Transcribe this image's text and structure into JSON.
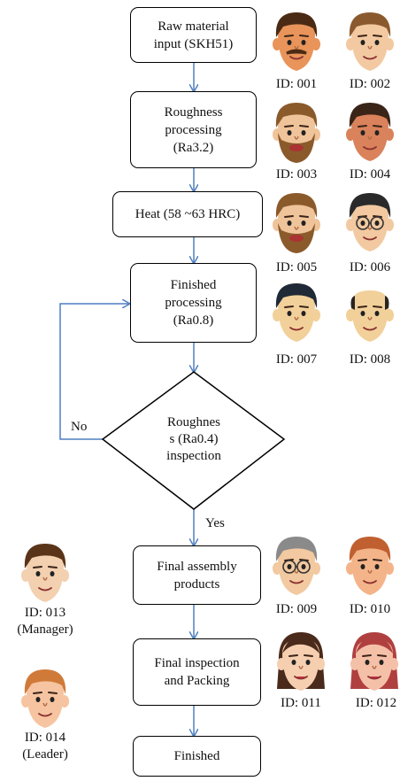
{
  "steps": {
    "raw_material": "Raw material\ninput (SKH51)",
    "roughness_processing": "Roughness\nprocessing\n(Ra3.2)",
    "heat": "Heat (58 ~63 HRC)",
    "finished_processing": "Finished\nprocessing\n(Ra0.8)",
    "inspection": "Roughnes\ns  (Ra0.4)\ninspection",
    "final_assembly": "Final assembly\nproducts",
    "final_inspection": "Final inspection\nand Packing",
    "finished": "Finished"
  },
  "branches": {
    "no": "No",
    "yes": "Yes"
  },
  "workers": [
    {
      "id": "ID: 001",
      "skin": "#e8945a",
      "hair": "#4a2a14",
      "beard": "mustache"
    },
    {
      "id": "ID: 002",
      "skin": "#f2c9a0",
      "hair": "#8a5a2e",
      "beard": "none"
    },
    {
      "id": "ID: 003",
      "skin": "#f0c49a",
      "hair": "#8b5a2b",
      "beard": "full"
    },
    {
      "id": "ID: 004",
      "skin": "#d9825b",
      "hair": "#3a2418",
      "beard": "none"
    },
    {
      "id": "ID: 005",
      "skin": "#f0c49a",
      "hair": "#8b5a2b",
      "beard": "full"
    },
    {
      "id": "ID: 006",
      "skin": "#f2c9a0",
      "hair": "#2a2a2a",
      "beard": "glasses"
    },
    {
      "id": "ID: 007",
      "skin": "#f2d09a",
      "hair": "#1f2a36",
      "beard": "none"
    },
    {
      "id": "ID: 008",
      "skin": "#f2d09a",
      "hair": "#2a2420",
      "beard": "bald"
    },
    {
      "id": "ID: 009",
      "skin": "#f2c9a0",
      "hair": "#8a8a8a",
      "beard": "glasses"
    },
    {
      "id": "ID: 010",
      "skin": "#f4b48a",
      "hair": "#c06030",
      "beard": "none"
    },
    {
      "id": "ID: 011",
      "skin": "#f5cfb0",
      "hair": "#4a2a1a",
      "beard": "woman"
    },
    {
      "id": "ID: 012",
      "skin": "#f5c0a8",
      "hair": "#b04040",
      "beard": "woman"
    }
  ],
  "managers": [
    {
      "id": "ID: 013\n(Manager)",
      "skin": "#f2d0b0",
      "hair": "#5a3418",
      "beard": "none"
    },
    {
      "id": "ID: 014\n(Leader)",
      "skin": "#f6c4a0",
      "hair": "#d07a3a",
      "beard": "none"
    }
  ],
  "colors": {
    "arrow": "#4f7fc0",
    "border": "#000000"
  }
}
